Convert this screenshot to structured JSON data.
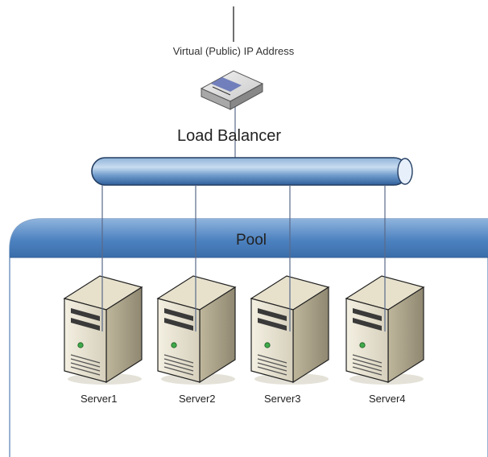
{
  "vip_label": "Virtual (Public) IP Address",
  "load_balancer_label": "Load Balancer",
  "pool_label": "Pool",
  "servers": [
    {
      "label": "Server1"
    },
    {
      "label": "Server2"
    },
    {
      "label": "Server3"
    },
    {
      "label": "Server4"
    }
  ],
  "colors": {
    "pool_header": "#3f78b7",
    "pool_border": "#7f9fc6",
    "bus": "#3f78b7",
    "wire": "#5a6a8a"
  }
}
